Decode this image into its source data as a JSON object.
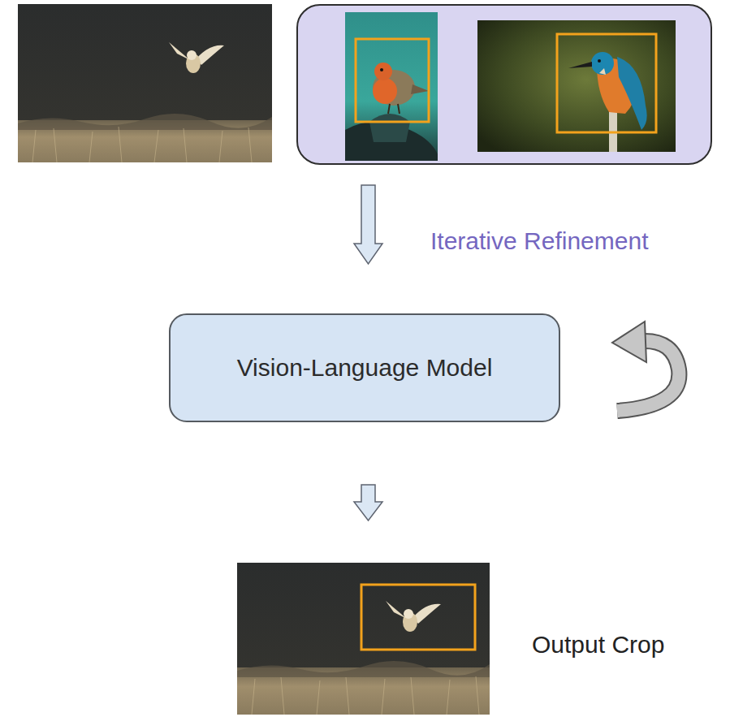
{
  "diagram": {
    "nodes": [
      {
        "text": [
          "Vision-Language Model"
        ]
      }
    ],
    "labels": [
      "Iterative Refinement",
      "Output Crop"
    ]
  }
}
